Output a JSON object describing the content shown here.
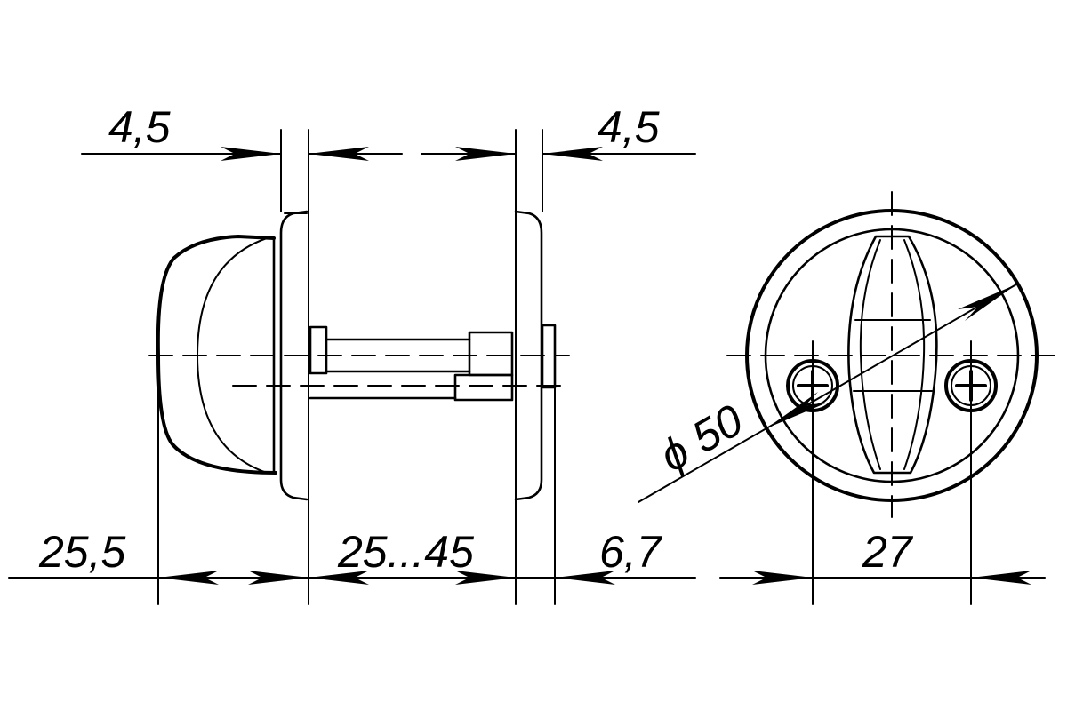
{
  "dimensions": {
    "top_left_flange": "4,5",
    "top_right_flange": "4,5",
    "knob_length": "25,5",
    "door_thickness_range": "25...45",
    "spindle_protrusion": "6,7",
    "rosette_diameter": "ϕ 50",
    "screw_spacing": "27"
  }
}
